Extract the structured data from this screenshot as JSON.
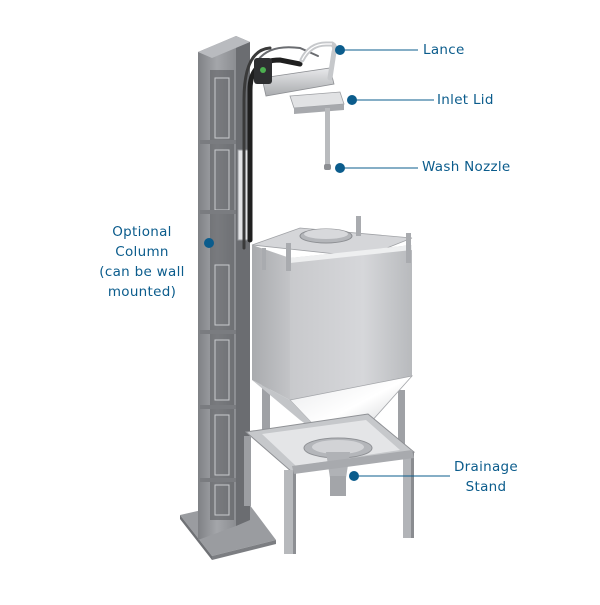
{
  "colors": {
    "accent": "#0b5c8c",
    "steel_light": "#d9dadc",
    "steel_mid": "#b3b5b9",
    "steel_dark": "#8a8c90",
    "background": "#ffffff"
  },
  "callouts": {
    "lance": "Lance",
    "inlet_lid": "Inlet Lid",
    "wash_nozzle": "Wash Nozzle",
    "optional_column": [
      "Optional",
      "Column",
      "(can be wall",
      "mounted)"
    ],
    "drainage_stand": [
      "Drainage",
      "Stand"
    ]
  }
}
